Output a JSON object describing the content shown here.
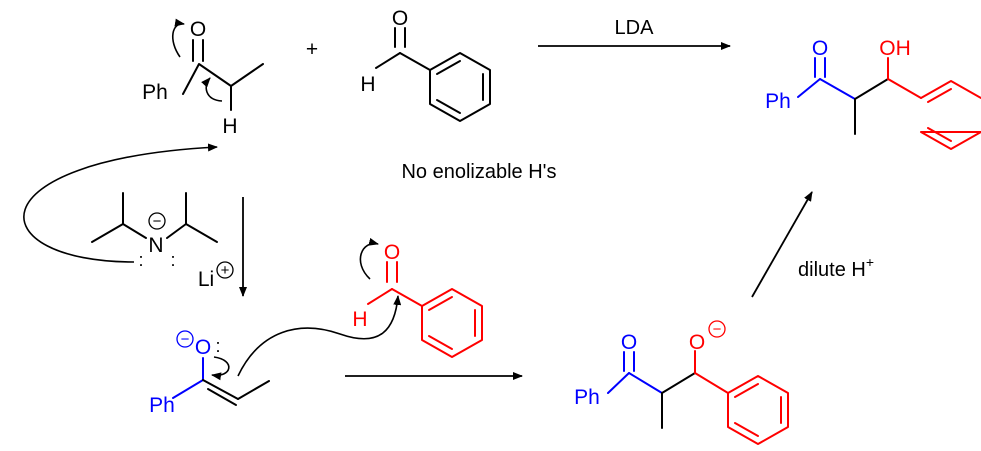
{
  "colors": {
    "black": "#000000",
    "blue": "#0000ff",
    "red": "#ff0000"
  },
  "atoms": {
    "ketone_o": "O",
    "ketone_ph": "Ph",
    "alpha_h": "H",
    "aldehyde_o": "O",
    "aldehyde_h": "H",
    "lda_n": "N",
    "lda_li": "Li",
    "enolate_o": "O",
    "enolate_ph": "Ph",
    "aldehyde2_o": "O",
    "aldehyde2_h": "H",
    "alkoxide_ketone_o": "O",
    "alkoxide_ph": "Ph",
    "alkoxide_o": "O",
    "product_ketone_o": "O",
    "product_ph": "Ph",
    "product_oh": "OH"
  },
  "charges": {
    "lda_n": "−",
    "lda_li": "+",
    "enolate_o": "−",
    "alkoxide_o": "−"
  },
  "lone_pairs": {
    "lda_left": ":",
    "lda_right": ":",
    "enolate": ":"
  },
  "annotations": {
    "plus_sign": "+",
    "top_reagent": "LDA",
    "no_enolizable": "No enolizable H's",
    "acid_reagent_text": "dilute H",
    "acid_reagent_sup": "+"
  }
}
